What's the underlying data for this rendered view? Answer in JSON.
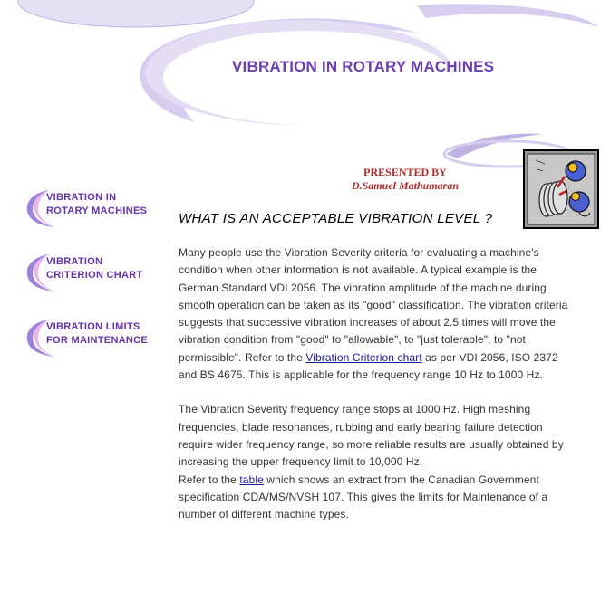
{
  "page_title": "VIBRATION IN ROTARY MACHINES",
  "presented_by": {
    "heading": "PRESENTED BY",
    "name": "D.Samuel Mathumaran"
  },
  "clipart_icon": "machine-vibration-clipart",
  "sidebar": {
    "items": [
      {
        "line1": "VIBRATION IN",
        "line2": "ROTARY MACHINES"
      },
      {
        "line1": "VIBRATION",
        "line2": "CRITERION CHART"
      },
      {
        "line1": "VIBRATION LIMITS",
        "line2": "FOR MAINTENANCE"
      }
    ]
  },
  "main": {
    "heading": "WHAT IS AN ACCEPTABLE VIBRATION LEVEL ?",
    "para1_before": "Many people use the Vibration Severity criteria for evaluating a machine's condition when other information is not available. A typical example is the German Standard VDI 2056. The vibration amplitude of the machine during smooth operation can be taken as its \"good\" classification. The vibration criteria suggests that successive vibration increases of about 2.5 times will move the vibration condition from \"good\" to \"allowable\", to \"just tolerable\", to \"not permissible\". Refer to the ",
    "para1_link": "Vibration Criterion chart",
    "para1_after": " as per VDI 2056, ISO 2372 and BS 4675. This is applicable for the frequency range 10 Hz to 1000 Hz.",
    "para2": "The Vibration Severity frequency range stops at 1000 Hz. High meshing frequencies, blade resonances, rubbing and early bearing failure detection require wider frequency range, so more reliable results are usually obtained by increasing the upper frequency limit to 10,000 Hz.",
    "para3_before": "Refer to the ",
    "para3_link": "table",
    "para3_after": " which shows an extract from the Canadian Government specification CDA/MS/NVSH 107. This gives the limits for Maintenance of a number of different machine types."
  },
  "colors": {
    "title": "#6b3fb0",
    "nav_text": "#6633aa",
    "swoosh": "#d9d2ee",
    "presented": "#b02a2a",
    "link": "#1a1a9e"
  }
}
